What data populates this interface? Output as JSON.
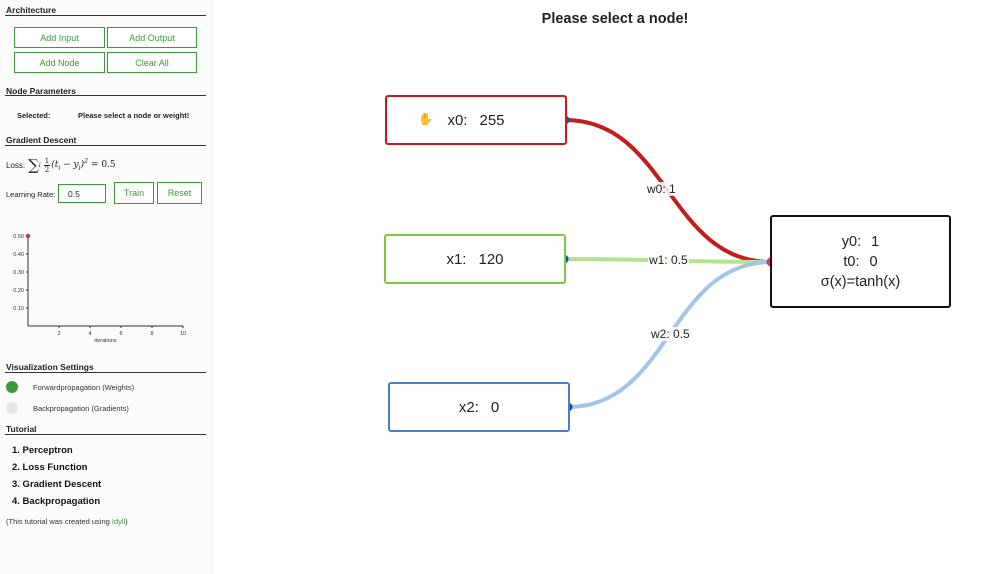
{
  "sidebar": {
    "architecture": {
      "title": "Architecture",
      "buttons": {
        "add_input": "Add Input",
        "add_output": "Add Output",
        "add_node": "Add Node",
        "clear_all": "Clear All"
      }
    },
    "node_parameters": {
      "title": "Node Parameters",
      "selected_label": "Selected:",
      "selected_value": "Please select a node or weight!"
    },
    "gradient_descent": {
      "title": "Gradient Descent",
      "loss_label": "Loss:",
      "loss_value": "= 0.5",
      "learning_rate_label": "Learning Rate:",
      "learning_rate_value": "0.5",
      "train_label": "Train",
      "reset_label": "Reset"
    },
    "visualization": {
      "title": "Visualization Settings",
      "forward_label": "Forwardpropagation (Weights)",
      "forward_color": "#3b9b3b",
      "backward_label": "Backpropagation (Gradients)",
      "backward_color": "#e8e8e8"
    },
    "tutorial": {
      "title": "Tutorial",
      "items": [
        "1. Perceptron",
        "2. Loss Function",
        "3. Gradient Descent",
        "4. Backpropagation"
      ],
      "footnote_prefix": "(This tutorial was created using ",
      "footnote_link": "Idyll",
      "footnote_suffix": ")"
    }
  },
  "chart_data": {
    "type": "scatter",
    "xlabel": "iterations",
    "ylabel": "",
    "x_ticks": [
      2,
      4,
      6,
      8,
      10
    ],
    "y_ticks": [
      "0.10",
      "0.20",
      "0.30",
      "0.40",
      "0.50"
    ],
    "xlim": [
      0,
      10
    ],
    "ylim": [
      0,
      0.5
    ],
    "points": [
      {
        "x": 0,
        "y": 0.5
      }
    ],
    "point_color": "#d03030"
  },
  "canvas": {
    "title": "Please select a node!",
    "inputs": [
      {
        "name": "x0:",
        "value": "255",
        "color": "#c41b1b"
      },
      {
        "name": "x1:",
        "value": "120",
        "color": "#7bc93c"
      },
      {
        "name": "x2:",
        "value": "0",
        "color": "#4a7ec9"
      }
    ],
    "output": {
      "y_name": "y0:",
      "y_value": "1",
      "t_name": "t0:",
      "t_value": "0",
      "activation": "σ(x)=tanh(x)"
    },
    "weights": [
      {
        "label": "w0:",
        "value": "1",
        "color": "#c41b1b"
      },
      {
        "label": "w1:",
        "value": "0.5",
        "color": "#b7e08f"
      },
      {
        "label": "w2:",
        "value": "0.5",
        "color": "#a6c3e8"
      }
    ],
    "port_color": "#1946c7",
    "output_port_color": "#e8305a"
  }
}
